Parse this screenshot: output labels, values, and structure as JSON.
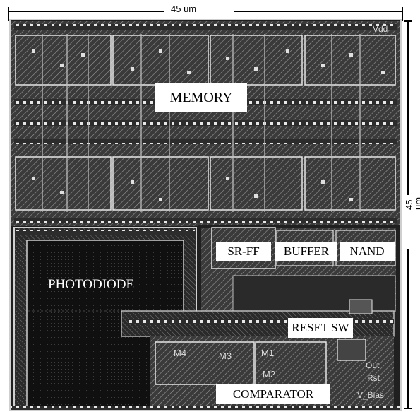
{
  "dimensions": {
    "width_label": "45 um",
    "height_label": "45 um"
  },
  "blocks": {
    "memory": "MEMORY",
    "photodiode": "PHOTODIODE",
    "sr_ff": "SR-FF",
    "buffer": "BUFFER",
    "nand": "NAND",
    "reset_sw": "RESET SW",
    "comparator": "COMPARATOR"
  },
  "transistors": {
    "m1": "M1",
    "m2": "M2",
    "m3": "M3",
    "m4": "M4"
  },
  "signals": {
    "vdd": "Vdd",
    "out": "Out",
    "rst": "Rst",
    "vbias": "V_Bias"
  },
  "colors": {
    "chip_bg": "#1a1a1a",
    "metal": "#8c8c8c",
    "label_bg": "#ffffff"
  }
}
